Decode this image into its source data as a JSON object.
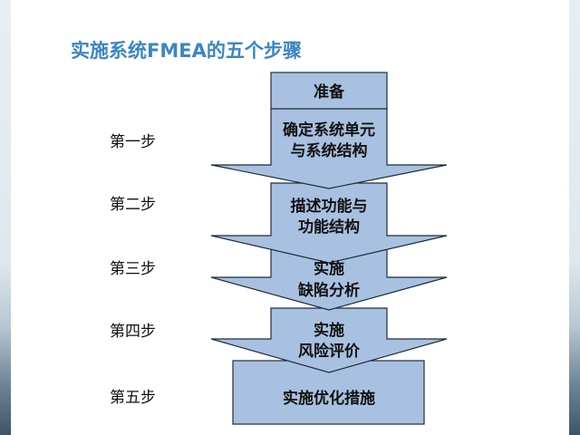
{
  "slide": {
    "title": "实施系统FMEA的五个步骤"
  },
  "steps": [
    {
      "label": "第一步"
    },
    {
      "label": "第二步"
    },
    {
      "label": "第三步"
    },
    {
      "label": "第四步"
    },
    {
      "label": "第五步"
    }
  ],
  "flow": {
    "prep": "准备",
    "box1_line1": "确定系统单元",
    "box1_line2": "与系统结构",
    "box2_line1": "描述功能与",
    "box2_line2": "功能结构",
    "box3_line1": "实施",
    "box3_line2": "缺陷分析",
    "box4_line1": "实施",
    "box4_line2": "风险评价",
    "box5": "实施优化措施"
  },
  "colors": {
    "title": "#3c86c2",
    "shape_fill": "#a9c1e0",
    "shape_stroke": "#1f2d3d"
  }
}
